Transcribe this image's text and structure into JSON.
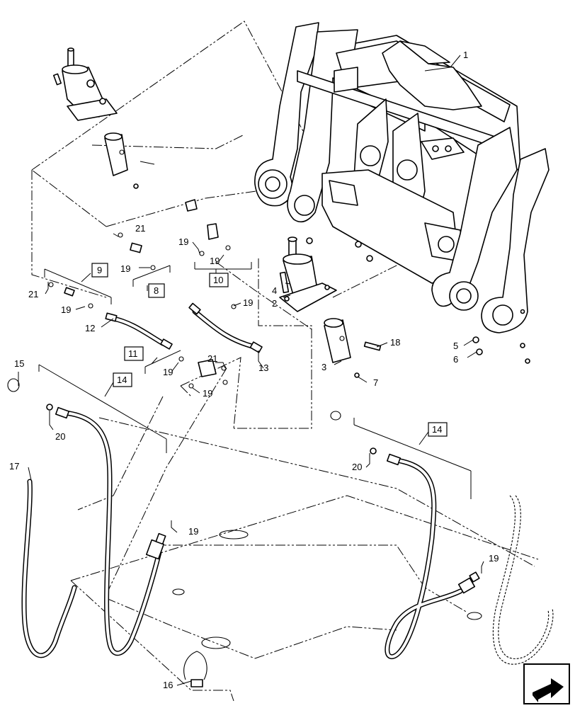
{
  "callouts": {
    "c1": "1",
    "c2": "2",
    "c3": "3",
    "c4": "4",
    "c5": "5",
    "c6": "6",
    "c7": "7",
    "c12": "12",
    "c13": "13",
    "c15": "15",
    "c16": "16",
    "c17": "17",
    "c18": "18",
    "c19a": "19",
    "c19b": "19",
    "c19c": "19",
    "c19d": "19",
    "c19e": "19",
    "c19f": "19",
    "c19g": "19",
    "c19h": "19",
    "c19i": "19",
    "c20a": "20",
    "c20b": "20",
    "c21a": "21",
    "c21b": "21",
    "c21c": "21"
  },
  "kit_boxes": {
    "k8": "8",
    "k9": "9",
    "k10": "10",
    "k11": "11",
    "k14a": "14",
    "k14b": "14"
  },
  "nav_icon": "arrow-icon"
}
